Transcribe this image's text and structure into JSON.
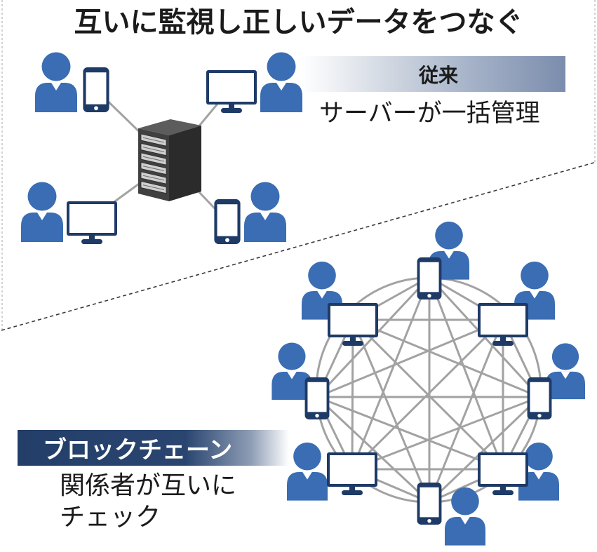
{
  "title": "互いに監視し正しいデータをつなぐ",
  "traditional": {
    "label": "従来",
    "caption": "サーバーが一括管理"
  },
  "blockchain": {
    "label": "ブロックチェーン",
    "caption": [
      "関係者が互いに",
      "チェック"
    ]
  },
  "colors": {
    "person": "#3a6db3",
    "device": "#1e3a66",
    "link": "#a2a2a2",
    "banner_dark": "#233e68",
    "banner_light": "#7b8dad",
    "ink": "#1b1b1b"
  },
  "icons": {
    "person": "person-icon",
    "phone": "smartphone-icon",
    "monitor": "monitor-icon",
    "server": "server-icon"
  }
}
